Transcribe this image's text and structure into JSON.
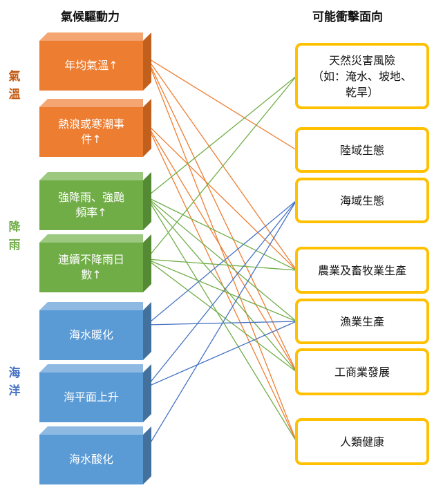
{
  "headings": {
    "drivers": "氣候驅動力",
    "impacts": "可能衝擊面向"
  },
  "groups": {
    "temperature": {
      "label_1": "氣",
      "label_2": "溫",
      "color": "#c55a11"
    },
    "rainfall": {
      "label_1": "降",
      "label_2": "雨",
      "color": "#70ad47"
    },
    "ocean": {
      "label_1": "海",
      "label_2": "洋",
      "color": "#4472c4"
    }
  },
  "drivers": [
    {
      "id": "d1",
      "group": "temperature",
      "line1": "年均氣溫↑",
      "line2": "",
      "line_color": "#ed7d31"
    },
    {
      "id": "d2",
      "group": "temperature",
      "line1": "熱浪或寒潮事",
      "line2": "件↑",
      "line_color": "#ed7d31"
    },
    {
      "id": "d3",
      "group": "rainfall",
      "line1": "強降雨、強颱",
      "line2": "頻率↑",
      "line_color": "#70ad47"
    },
    {
      "id": "d4",
      "group": "rainfall",
      "line1": "連續不降雨日",
      "line2": "數↑",
      "line_color": "#70ad47"
    },
    {
      "id": "d5",
      "group": "ocean",
      "line1": "海水暖化",
      "line2": "",
      "line_color": "#4472c4"
    },
    {
      "id": "d6",
      "group": "ocean",
      "line1": "海平面上升",
      "line2": "",
      "line_color": "#4472c4"
    },
    {
      "id": "d7",
      "group": "ocean",
      "line1": "海水酸化",
      "line2": "",
      "line_color": "#4472c4"
    }
  ],
  "impacts": [
    {
      "id": "i1",
      "line1": "天然災害風險",
      "line2": "（如：淹水、坡地、",
      "line3": "乾旱）"
    },
    {
      "id": "i2",
      "line1": "陸域生態",
      "line2": "",
      "line3": ""
    },
    {
      "id": "i3",
      "line1": "海域生態",
      "line2": "",
      "line3": ""
    },
    {
      "id": "i4",
      "line1": "農業及畜牧業生產",
      "line2": "",
      "line3": ""
    },
    {
      "id": "i5",
      "line1": "漁業生產",
      "line2": "",
      "line3": ""
    },
    {
      "id": "i6",
      "line1": "工商業發展",
      "line2": "",
      "line3": ""
    },
    {
      "id": "i7",
      "line1": "人類健康",
      "line2": "",
      "line3": ""
    }
  ],
  "connections": [
    {
      "from": "d1",
      "to": "i2"
    },
    {
      "from": "d1",
      "to": "i4"
    },
    {
      "from": "d1",
      "to": "i6"
    },
    {
      "from": "d1",
      "to": "i7"
    },
    {
      "from": "d2",
      "to": "i4"
    },
    {
      "from": "d2",
      "to": "i6"
    },
    {
      "from": "d2",
      "to": "i7"
    },
    {
      "from": "d3",
      "to": "i1"
    },
    {
      "from": "d3",
      "to": "i4"
    },
    {
      "from": "d3",
      "to": "i5"
    },
    {
      "from": "d3",
      "to": "i6"
    },
    {
      "from": "d3",
      "to": "i7"
    },
    {
      "from": "d4",
      "to": "i1"
    },
    {
      "from": "d4",
      "to": "i4"
    },
    {
      "from": "d4",
      "to": "i5"
    },
    {
      "from": "d4",
      "to": "i6"
    },
    {
      "from": "d5",
      "to": "i3"
    },
    {
      "from": "d5",
      "to": "i5"
    },
    {
      "from": "d6",
      "to": "i3"
    },
    {
      "from": "d6",
      "to": "i5"
    },
    {
      "from": "d7",
      "to": "i3"
    }
  ]
}
